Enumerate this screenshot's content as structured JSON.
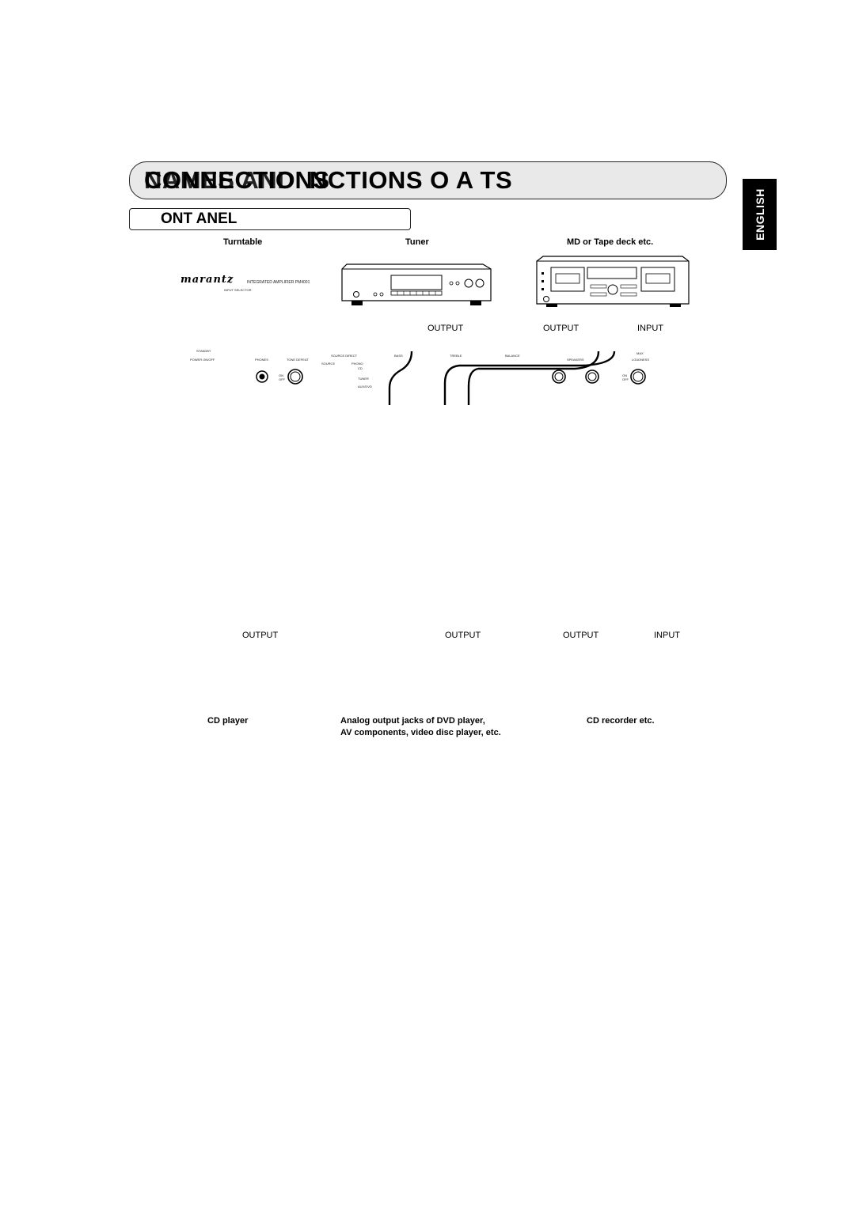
{
  "header": {
    "title": "CONNECTIONS",
    "title_overlay": "NAMES AND",
    "title_tail": "NCTIONS O     A   TS"
  },
  "section": {
    "subtitle": "ONT    ANEL"
  },
  "side_tab": {
    "language": "ENGLISH"
  },
  "components_top": {
    "turntable": "Turntable",
    "tuner": "Tuner",
    "md_tape": "MD or Tape deck etc."
  },
  "ports_top": {
    "output1": "OUTPUT",
    "output2": "OUTPUT",
    "input": "INPUT"
  },
  "amplifier": {
    "brand": "marantz",
    "model": "INTEGRATED AMPLIFIER PM4001",
    "input_selector": "INPUT SELECTOR",
    "labels": {
      "standby": "STANDBY",
      "power": "POWER ON/OFF",
      "phones": "PHONES",
      "tone_defeat": "TONE DEFEAT",
      "source_direct": "SOURCE DIRECT",
      "bass": "BASS",
      "treble": "TREBLE",
      "balance": "BALANCE",
      "speakers": "SPEAKERS",
      "loudness": "LOUDNESS",
      "phono": "PHONO",
      "cd": "CD",
      "tuner": "TUNER",
      "aux": "AUX/DVD",
      "on": "ON",
      "off": "OFF",
      "max": "MAX",
      "source": "SOURCE"
    }
  },
  "ports_bottom": {
    "output1": "OUTPUT",
    "output2": "OUTPUT",
    "output3": "OUTPUT",
    "input": "INPUT"
  },
  "components_bottom": {
    "cd_player": "CD player",
    "dvd_line1": "Analog output jacks of DVD player,",
    "dvd_line2": "AV components, video disc player, etc.",
    "cd_recorder": "CD recorder etc."
  }
}
